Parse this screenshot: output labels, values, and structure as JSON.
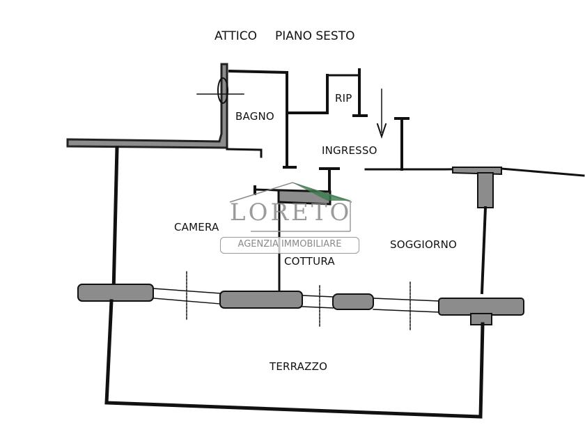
{
  "header": {
    "title_left": "ATTICO",
    "title_right": "PIANO SESTO"
  },
  "rooms": {
    "bagno": "BAGNO",
    "rip": "RIP",
    "ingresso": "INGRESSO",
    "camera": "CAMERA",
    "soggiorno": "SOGGIORNO",
    "cottura": "COTTURA",
    "terrazzo": "TERRAZZO"
  },
  "watermark": {
    "brand": "LORETO",
    "subtitle": "AGENZIA IMMOBILIARE",
    "roof_accent_color": "#3d7a4e",
    "text_color": "#8a8a8a"
  },
  "colors": {
    "wall": "#111111",
    "wall_fill": "#8c8c8c"
  }
}
